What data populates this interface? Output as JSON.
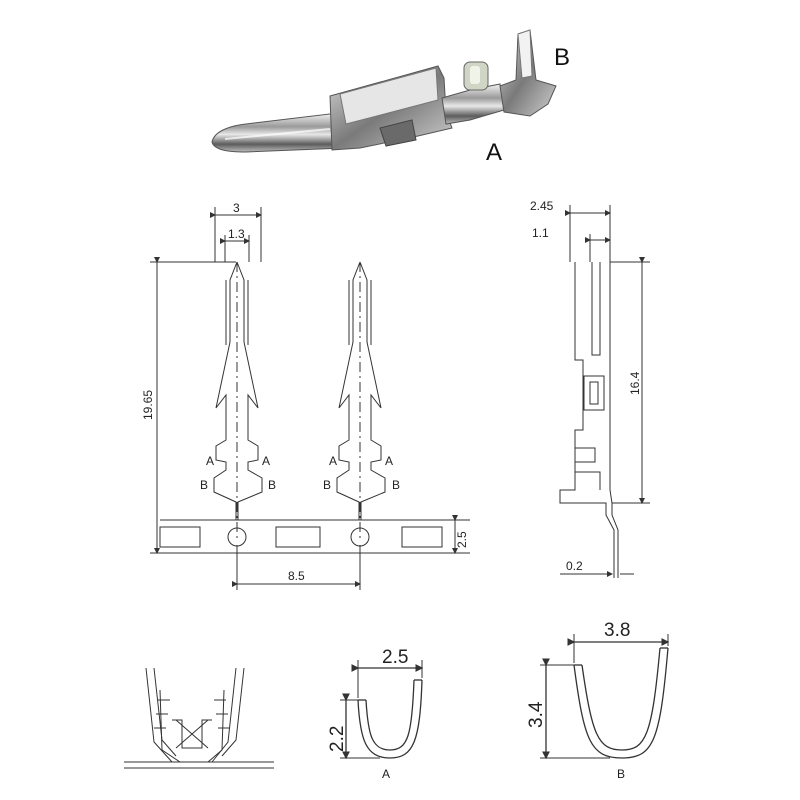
{
  "photo": {
    "label_a": "A",
    "label_b": "B"
  },
  "front_view": {
    "dim_width": "3",
    "dim_inner": "1.3",
    "dim_length": "19.65",
    "dim_pitch": "8.5",
    "dim_carrier": "2.5",
    "section_a_left": "A",
    "section_a_right": "A",
    "section_b_left": "B",
    "section_b_right": "B",
    "section_a2_left": "A",
    "section_a2_right": "A",
    "section_b2_left": "B",
    "section_b2_right": "B"
  },
  "side_view": {
    "dim_width": "2.45",
    "dim_inner": "1.1",
    "dim_length": "16.4",
    "dim_thickness": "0.2"
  },
  "section_a": {
    "dim_width": "2.5",
    "dim_height": "2.2",
    "label": "A"
  },
  "section_b": {
    "dim_width": "3.8",
    "dim_height": "3.4",
    "label": "B"
  }
}
